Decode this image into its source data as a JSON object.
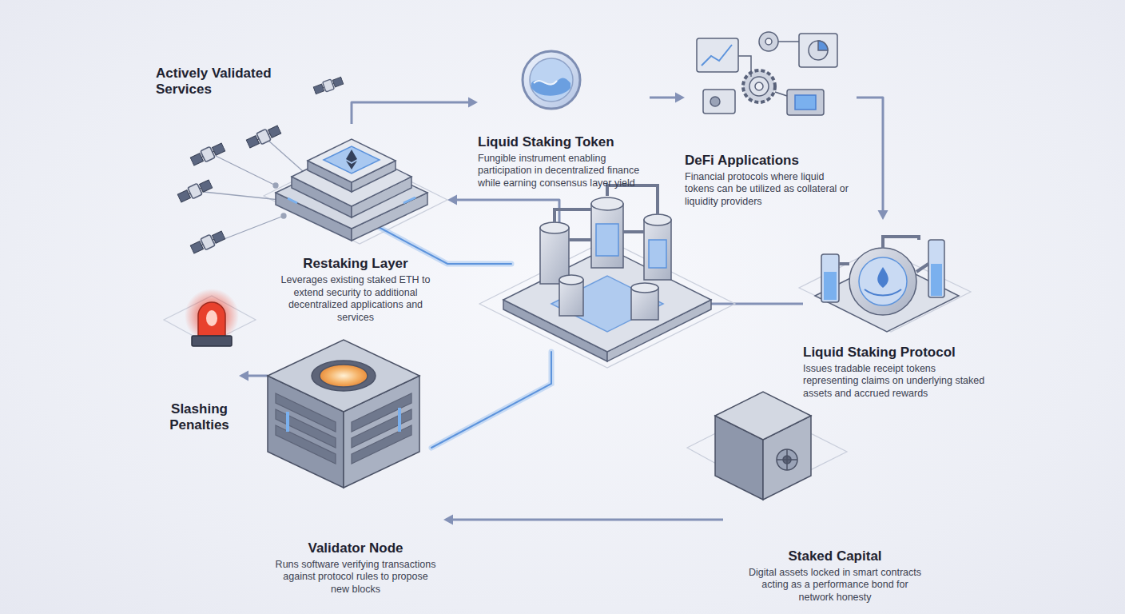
{
  "diagram": {
    "nodes": [
      {
        "text": [
          "Actively Validated Services"
        ]
      },
      {
        "text": [
          "Liquid Staking Token",
          "Fungible instrument enabling participation in decentralized finance while earning consensus layer yield"
        ]
      },
      {
        "text": [
          "DeFi Applications",
          "Financial protocols where liquid tokens can be utilized as collateral or liquidity providers"
        ]
      },
      {
        "text": [
          "Restaking Layer",
          "Leverages existing staked ETH to extend security to additional decentralized applications and services"
        ]
      },
      {
        "text": [
          "Liquid Staking Protocol",
          "Issues tradable receipt tokens representing claims on underlying staked assets and accrued rewards"
        ]
      },
      {
        "text": [
          "Slashing Penalties"
        ]
      },
      {
        "text": [
          "Validator Node",
          "Runs software verifying transactions against protocol rules to propose new blocks"
        ]
      },
      {
        "text": [
          "Staked Capital",
          "Digital assets locked in smart contracts acting as a performance bond for network honesty"
        ]
      }
    ],
    "edges": [
      {
        "from": 3,
        "to": 1,
        "arrow": "to"
      },
      {
        "from": 1,
        "to": 2,
        "arrow": "to"
      },
      {
        "from": 2,
        "to": 4,
        "arrow": "to"
      },
      {
        "from": 4,
        "to": 3,
        "arrow": "to"
      },
      {
        "from": 6,
        "to": 5,
        "arrow": "to"
      },
      {
        "from": 7,
        "to": 6,
        "arrow": "to"
      }
    ]
  }
}
